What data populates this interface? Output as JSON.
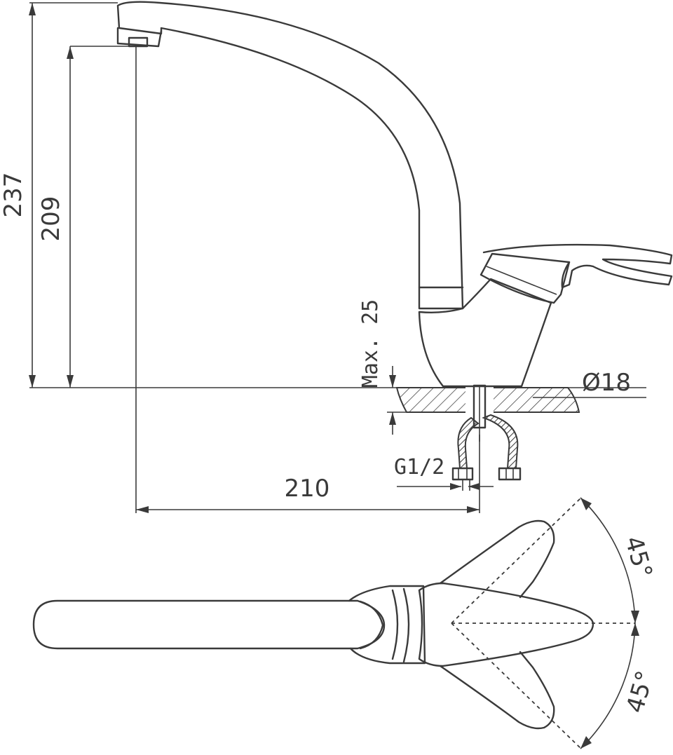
{
  "dimensions": {
    "overall_height": "237",
    "spout_height": "209",
    "max_thickness": "Max. 25",
    "hole_diameter": "Ø18",
    "connector": "G1/2",
    "reach": "210",
    "angle_right": "45°",
    "angle_left": "45°"
  },
  "colors": {
    "line": "#3a3a3a",
    "background": "#ffffff"
  }
}
